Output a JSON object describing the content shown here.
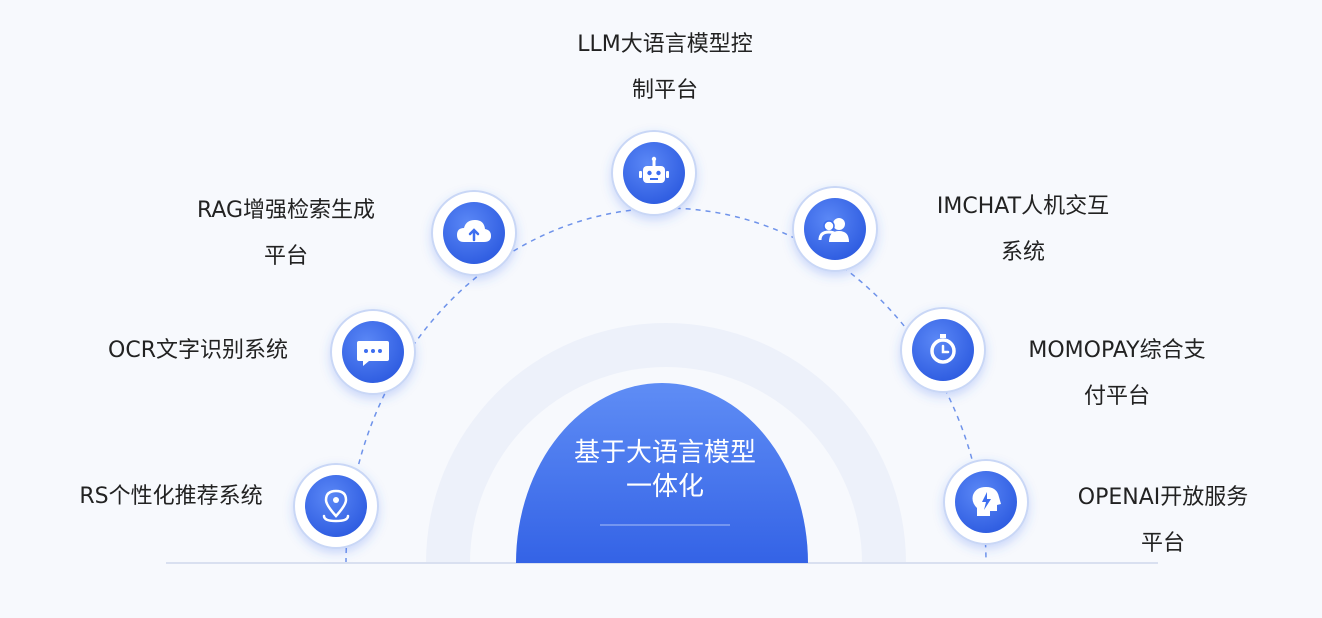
{
  "center": {
    "title_line1": "基于大语言模型",
    "title_line2": "一体化"
  },
  "nodes": [
    {
      "id": "llm",
      "icon": "robot-icon",
      "line1": "LLM大语言模型控",
      "line2": "制平台"
    },
    {
      "id": "imchat",
      "icon": "users-icon",
      "line1": "IMCHAT人机交互",
      "line2": "系统"
    },
    {
      "id": "momopay",
      "icon": "stopwatch-icon",
      "line1": "MOMOPAY综合支",
      "line2": "付平台"
    },
    {
      "id": "openai",
      "icon": "head-bolt-icon",
      "line1": "OPENAI开放服务",
      "line2": "平台"
    },
    {
      "id": "rag",
      "icon": "cloud-upload-icon",
      "line1": "RAG增强检索生成",
      "line2": "平台"
    },
    {
      "id": "ocr",
      "icon": "chat-bubble-icon",
      "line1": "OCR文字识别系统",
      "line2": ""
    },
    {
      "id": "rs",
      "icon": "location-pin-icon",
      "line1": "RS个性化推荐系统",
      "line2": ""
    }
  ],
  "colors": {
    "accent": "#3d6ef0",
    "accent_dark": "#2f5de0",
    "ring_outer": "#edf1fa",
    "ring_inner": "#f6f8fd",
    "dashed_arc": "#6f93ea",
    "text": "#222222"
  }
}
